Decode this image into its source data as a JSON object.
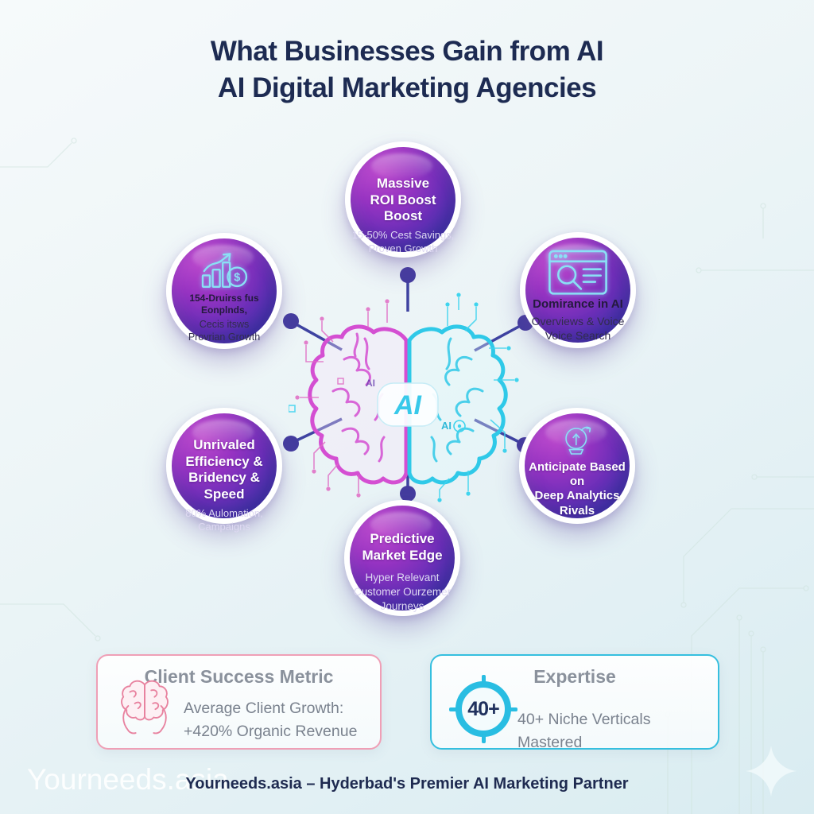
{
  "title": "What Businesses Gain from AI\nAI Digital Marketing Agencies",
  "brain": {
    "center_label": "AI",
    "left_mini_label": "AI",
    "right_mini_label": "AI"
  },
  "nodes": {
    "top": {
      "title": "Massive\nROI Boost\nBoost",
      "subtitle": "15-50% Cest Savings,\nProven Growth"
    },
    "upper_left": {
      "icon": "bar-chart-coin-icon",
      "title": "154-Druirss fus Eonplnds,",
      "subtitle": "Cecis itsws\nProvrian Growth"
    },
    "upper_right": {
      "icon": "browser-search-icon",
      "title": "Domirance in AI",
      "subtitle": "Overviews & Voice\nVoice Search"
    },
    "lower_left": {
      "title": "Unrivaled\nEfficiency &\nBridency & Speed",
      "subtitle": "80% Aulomation,\nCampaigns"
    },
    "lower_right": {
      "icon": "crystal-ball-icon",
      "title": "Anticipate Based on\nDeep Analytics\nRivals"
    },
    "bottom": {
      "title": "Predictive\nMarket Edge",
      "subtitle": "Hyper Relevant\nCustomer Ourzemer\nJourneys"
    }
  },
  "cards": {
    "client_success": {
      "icon": "brain-hands-icon",
      "title": "Client Success Metric",
      "body": "Average Client Growth:\n+420% Organic Revenue",
      "accent": "#ef9fb6"
    },
    "expertise": {
      "icon": "target-ring-icon",
      "badge": "40+",
      "title": "Expertise",
      "body": "40+ Niche Verticals Mastered",
      "accent": "#35bfdf"
    }
  },
  "footer": {
    "watermark": "Yourneeds.asia",
    "tagline": "Yourneeds.asia – Hyderbad's Premier AI Marketing Partner"
  },
  "colors": {
    "node_gradient_top": "#bb49cc",
    "node_gradient_bottom": "#3a36a6",
    "icon_stroke": "#8ae0f5",
    "connector": "#3e43a1",
    "brain_left": "#d44fd2",
    "brain_right": "#2fc9e8",
    "title_text": "#1d2b52",
    "background": "#e9f3f6"
  }
}
